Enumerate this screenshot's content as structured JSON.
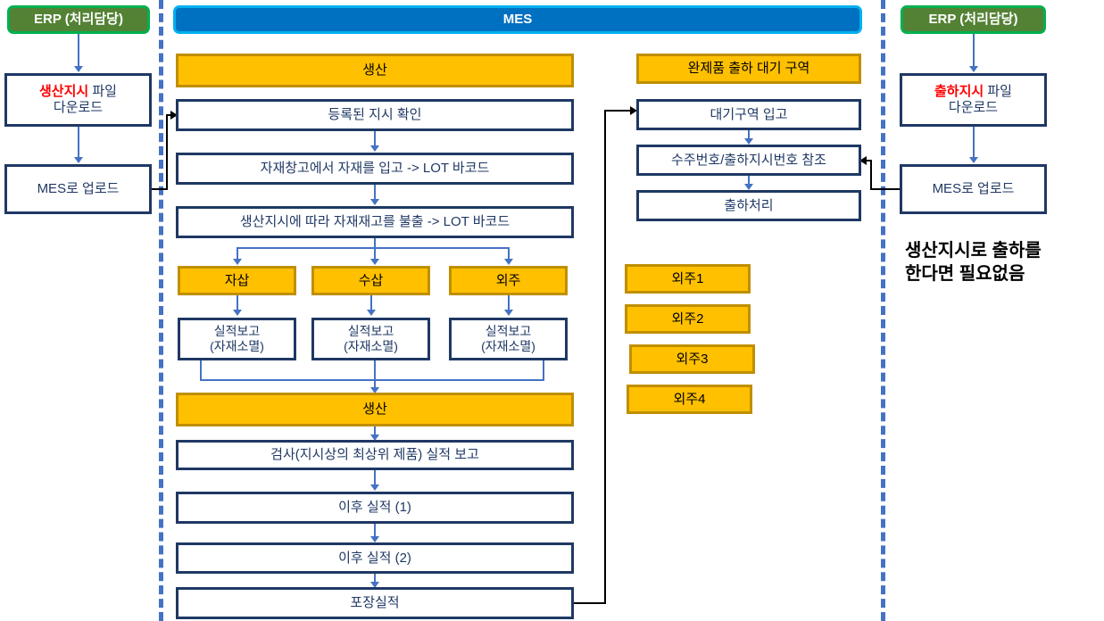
{
  "diagram": {
    "title_lanes": {
      "erp_left": "ERP (처리담당)",
      "mes": "MES",
      "erp_right": "ERP (처리담당)"
    },
    "lane_left": {
      "nodes": [
        {
          "id": "erp-left-header",
          "label": "ERP (처리담당)",
          "type": "green"
        },
        {
          "id": "prod-order-download",
          "label_red": "생산지시",
          "label_rest": " 파일\n다운로드",
          "type": "white"
        },
        {
          "id": "mes-upload-left",
          "label": "MES로 업로드",
          "type": "white"
        }
      ]
    },
    "lane_mes": {
      "header": "MES",
      "production_section": "생산",
      "nodes": [
        {
          "id": "check-registered-order",
          "label": "등록된 지시 확인"
        },
        {
          "id": "material-warehouse-in",
          "label": "자재창고에서 자재를 입고 -> LOT 바코드"
        },
        {
          "id": "material-issue",
          "label": "생산지시에 따라 자재재고를 불출 -> LOT 바코드"
        }
      ],
      "branches": [
        {
          "id": "branch-jasab",
          "label": "자삽"
        },
        {
          "id": "branch-susab",
          "label": "수삽"
        },
        {
          "id": "branch-oeju",
          "label": "외주"
        }
      ],
      "branch_reports": [
        {
          "id": "report-jasab",
          "label": "실적보고\n(자재소멸)"
        },
        {
          "id": "report-susab",
          "label": "실적보고\n(자재소멸)"
        },
        {
          "id": "report-oeju",
          "label": "실적보고\n(자재소멸)"
        }
      ],
      "production_second": "생산",
      "tail_nodes": [
        {
          "id": "inspection-report",
          "label": "검사(지시상의 최상위 제품) 실적 보고"
        },
        {
          "id": "after-result-1",
          "label": "이후 실적 (1)"
        },
        {
          "id": "after-result-2",
          "label": "이후 실적 (2)"
        },
        {
          "id": "packing-result",
          "label": "포장실적"
        }
      ]
    },
    "lane_shipping": {
      "header": "완제품 출하 대기 구역",
      "nodes": [
        {
          "id": "waiting-area-in",
          "label": "대기구역 입고"
        },
        {
          "id": "order-shipping-ref",
          "label": "수주번호/출하지시번호 참조"
        },
        {
          "id": "shipping-process",
          "label": "출하처리"
        }
      ],
      "outsource_boxes": [
        {
          "id": "outsource-1",
          "label": "외주1"
        },
        {
          "id": "outsource-2",
          "label": "외주2"
        },
        {
          "id": "outsource-3",
          "label": "외주3"
        },
        {
          "id": "outsource-4",
          "label": "외주4"
        }
      ]
    },
    "lane_right": {
      "nodes": [
        {
          "id": "erp-right-header",
          "label": "ERP (처리담당)",
          "type": "green"
        },
        {
          "id": "ship-order-download",
          "label_red": "출하지시",
          "label_rest": " 파일\n다운로드",
          "type": "white"
        },
        {
          "id": "mes-upload-right",
          "label": "MES로 업로드",
          "type": "white"
        }
      ],
      "note": "생산지시로 출하를\n한다면 필요없음"
    },
    "colors": {
      "green_fill": "#548235",
      "green_border": "#00B050",
      "blue_fill": "#0070C0",
      "blue_border": "#00B0F0",
      "orange_fill": "#FFC000",
      "orange_border": "#BF8F00",
      "navy_border": "#1F3864",
      "arrow_blue": "#4472C4",
      "arrow_black": "#000000",
      "red_text": "#FF0000",
      "divider": "#4472C4"
    }
  }
}
